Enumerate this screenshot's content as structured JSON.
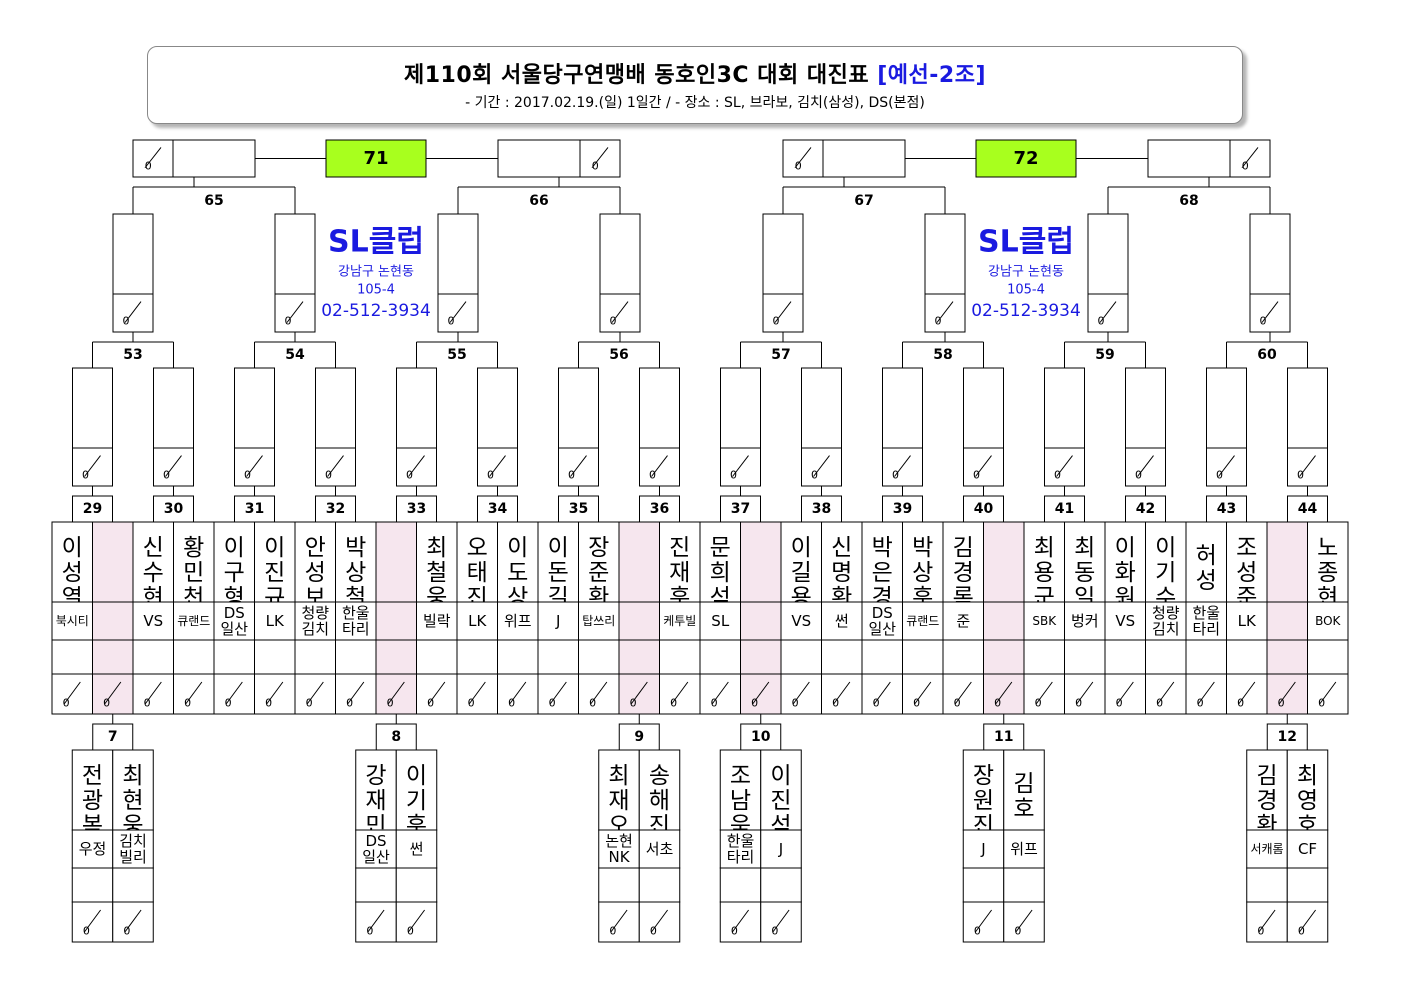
{
  "header": {
    "title": "제110회 서울당구연맹배 동호인3C 대회 대진표",
    "group": "[예선-2조]",
    "subtitle": "- 기간 : 2017.02.19.(일) 1일간 / - 장소 : SL, 브라보, 김치(삼성), DS(본점)"
  },
  "score_text": "0",
  "colors": {
    "final_box": "#a8ff1e",
    "empty_column": "#f6e6ee",
    "club_blue": "#1a1ae0",
    "line": "#000000"
  },
  "finals": [
    {
      "label": "71"
    },
    {
      "label": "72"
    }
  ],
  "clubs": [
    {
      "name": "SL클럽",
      "address1": "강남구 논현동",
      "address2": "105-4",
      "phone": "02-512-3934"
    },
    {
      "name": "SL클럽",
      "address1": "강남구 논현동",
      "address2": "105-4",
      "phone": "02-512-3934"
    }
  ],
  "round3_matches": [
    "65",
    "66",
    "67",
    "68"
  ],
  "round2_matches": [
    "53",
    "54",
    "55",
    "56",
    "57",
    "58",
    "59",
    "60"
  ],
  "round1_matches": [
    "29",
    "30",
    "31",
    "32",
    "33",
    "34",
    "35",
    "36",
    "37",
    "38",
    "39",
    "40",
    "41",
    "42",
    "43",
    "44"
  ],
  "top_players": [
    {
      "name": "이성열",
      "club": "북시티"
    },
    {
      "name": "",
      "club": "",
      "empty": true
    },
    {
      "name": "신수현",
      "club": "VS"
    },
    {
      "name": "황민천",
      "club": "큐랜드"
    },
    {
      "name": "이구형",
      "club": "DS 일산"
    },
    {
      "name": "이진규",
      "club": "LK"
    },
    {
      "name": "안성보",
      "club": "청량 김치"
    },
    {
      "name": "박상철",
      "club": "한울 타리"
    },
    {
      "name": "",
      "club": "",
      "empty": true
    },
    {
      "name": "최철웅",
      "club": "빌락"
    },
    {
      "name": "오태진",
      "club": "LK"
    },
    {
      "name": "이도상",
      "club": "위프"
    },
    {
      "name": "이돈길",
      "club": "J"
    },
    {
      "name": "장준환",
      "club": "탑쓰리"
    },
    {
      "name": "",
      "club": "",
      "empty": true
    },
    {
      "name": "진재훈",
      "club": "케투빌"
    },
    {
      "name": "문희석",
      "club": "SL"
    },
    {
      "name": "",
      "club": "",
      "empty": true
    },
    {
      "name": "이길용",
      "club": "VS"
    },
    {
      "name": "신명환",
      "club": "썬"
    },
    {
      "name": "박은경",
      "club": "DS 일산"
    },
    {
      "name": "박상훈",
      "club": "큐랜드"
    },
    {
      "name": "김경록",
      "club": "준"
    },
    {
      "name": "",
      "club": "",
      "empty": true
    },
    {
      "name": "최용군",
      "club": "SBK"
    },
    {
      "name": "최동일",
      "club": "벙커"
    },
    {
      "name": "이화원",
      "club": "VS"
    },
    {
      "name": "이기수",
      "club": "청량 김치"
    },
    {
      "name": "허성",
      "club": "한울 타리"
    },
    {
      "name": "조성준",
      "club": "LK"
    },
    {
      "name": "",
      "club": "",
      "empty": true
    },
    {
      "name": "노종현",
      "club": "BOK"
    }
  ],
  "prelim_matches": [
    {
      "label": "7",
      "players": [
        {
          "name": "전광복",
          "club": "우정"
        },
        {
          "name": "최현웅",
          "club": "김치 빌리"
        }
      ]
    },
    {
      "label": "8",
      "players": [
        {
          "name": "강재민",
          "club": "DS 일산"
        },
        {
          "name": "이기훈",
          "club": "썬"
        }
      ]
    },
    {
      "label": "9",
      "players": [
        {
          "name": "최재오",
          "club": "논현 NK"
        },
        {
          "name": "송해진",
          "club": "서초"
        }
      ]
    },
    {
      "label": "10",
      "players": [
        {
          "name": "조남욱",
          "club": "한울 타리"
        },
        {
          "name": "이진석",
          "club": "J"
        }
      ]
    },
    {
      "label": "11",
      "players": [
        {
          "name": "장원진",
          "club": "J"
        },
        {
          "name": "김호",
          "club": "위프"
        }
      ]
    },
    {
      "label": "12",
      "players": [
        {
          "name": "김경환",
          "club": "서캐롬"
        },
        {
          "name": "최영호",
          "club": "CF"
        }
      ]
    }
  ]
}
